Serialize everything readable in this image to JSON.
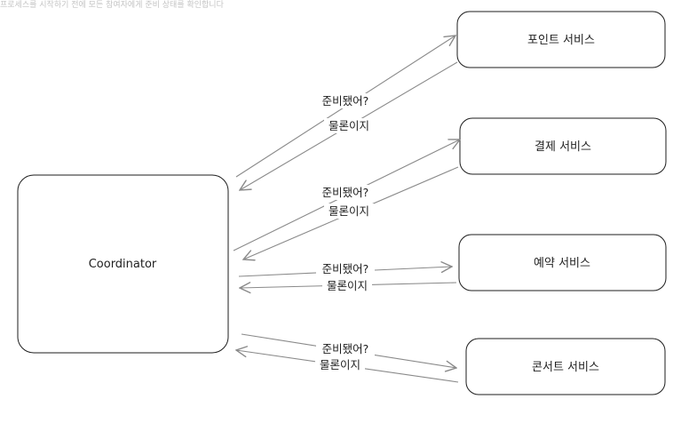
{
  "header_note": "프로세스를 시작하기 전에 모든 참여자에게 준비 상태를 확인합니다",
  "diagram": {
    "coordinator": {
      "label": "Coordinator"
    },
    "services": [
      {
        "label": "포인트 서비스"
      },
      {
        "label": "결제 서비스"
      },
      {
        "label": "예약 서비스"
      },
      {
        "label": "콘서트 서비스"
      }
    ],
    "messages": {
      "ready_question": "준비됐어?",
      "ready_answer": "물론이지"
    },
    "colors": {
      "stroke": "#1e1e1e",
      "arrow": "#8a8a8a",
      "background": "#ffffff"
    }
  }
}
